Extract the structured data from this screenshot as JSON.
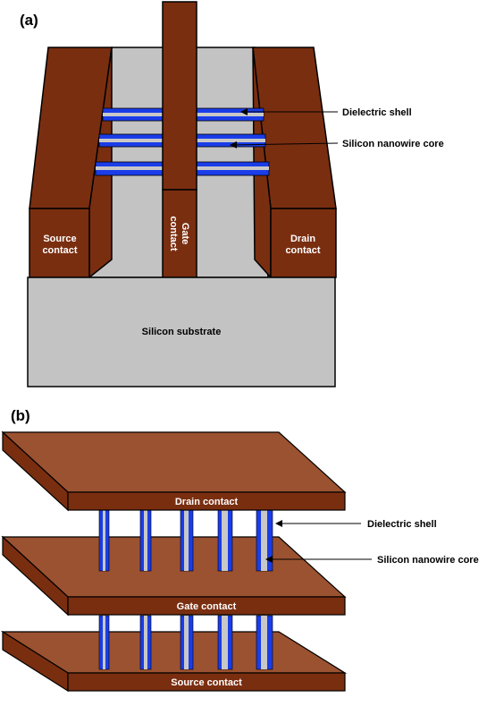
{
  "panel_a": {
    "label": "(a)",
    "source_contact": [
      "Source",
      "contact"
    ],
    "drain_contact": [
      "Drain",
      "contact"
    ],
    "gate_contact": [
      "Gate",
      "contact"
    ],
    "substrate": "Silicon substrate",
    "dielectric_shell": "Dielectric shell",
    "nanowire_core": "Silicon nanowire core"
  },
  "panel_b": {
    "label": "(b)",
    "drain_contact": "Drain contact",
    "gate_contact": "Gate contact",
    "source_contact": "Source contact",
    "dielectric_shell": "Dielectric shell",
    "nanowire_core": "Silicon nanowire core"
  },
  "colors": {
    "contact_dark": "#7a2e10",
    "plate_top": "#9b5230",
    "substrate": "#c3c3c3",
    "shell_blue": "#1a3de8",
    "core_gray": "#c8c8c8"
  }
}
